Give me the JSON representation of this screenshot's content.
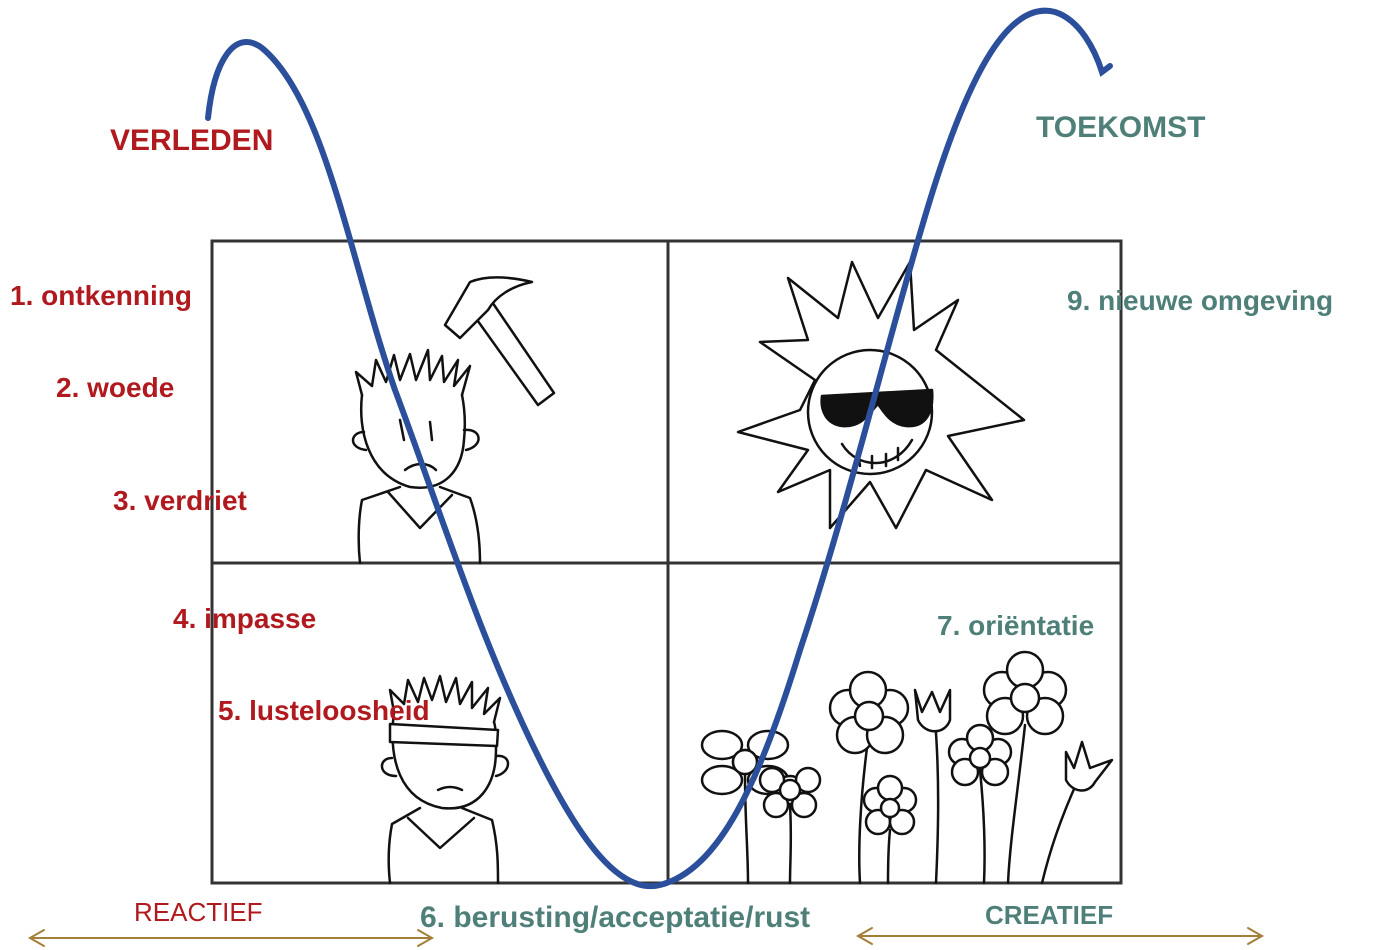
{
  "header": {
    "past_label": "VERLEDEN",
    "future_label": "TOEKOMST"
  },
  "stages": {
    "s1": "1. ontkenning",
    "s2": "2. woede",
    "s3": "3. verdriet",
    "s4": "4. impasse",
    "s5": "5. lusteloosheid",
    "s6": "6. berusting/acceptatie/rust",
    "s7": "7. oriëntatie",
    "s9": "9. nieuwe omgeving"
  },
  "footer": {
    "left_label": "REACTIEF",
    "right_label": "CREATIEF"
  },
  "colors": {
    "past": "#b0191e",
    "future": "#4e7f78",
    "curve": "#2b4f9a",
    "arrows": "#a37f3a",
    "frame": "#333333"
  },
  "icons": [
    "hammer-icon",
    "angry-boy-icon",
    "sun-with-sunglasses-icon",
    "blindfolded-boy-icon",
    "flowers-icon"
  ]
}
